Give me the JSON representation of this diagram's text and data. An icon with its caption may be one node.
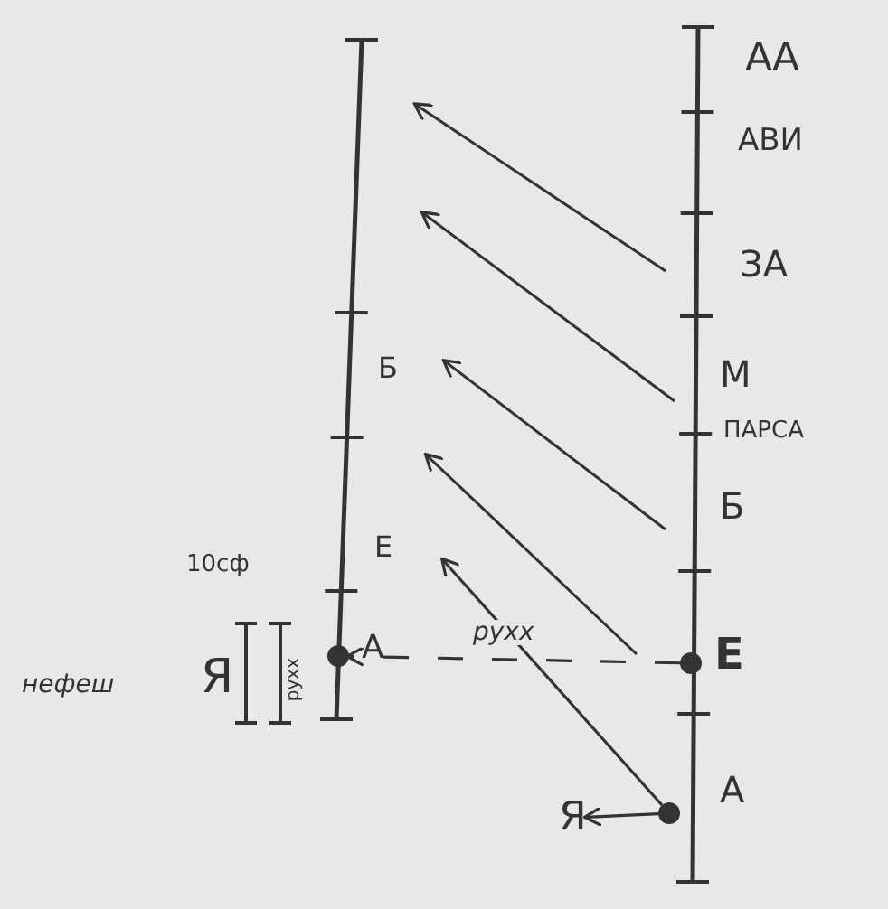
{
  "diagram": {
    "nodes": [
      {
        "text": [],
        "shape": "circle"
      },
      {
        "text": [],
        "shape": "circle"
      },
      {
        "text": [],
        "shape": "circle"
      },
      {
        "text": [
          "Я"
        ]
      }
    ],
    "edges": [
      {
        "from": 1,
        "to": 0,
        "arrow": "to",
        "label": "рухх",
        "style": "dashed"
      },
      {
        "from": 2,
        "to": 3,
        "arrow": "to"
      },
      {
        "from": 2,
        "to": null,
        "arrow": "to"
      }
    ],
    "labels": [
      "АА",
      "АВИ",
      "ЗА",
      "Б",
      "М",
      "ПАРСА",
      "Б",
      "Е",
      "10сф",
      "рухх",
      "Я",
      "А",
      "Е",
      "нефеш",
      "А"
    ]
  }
}
